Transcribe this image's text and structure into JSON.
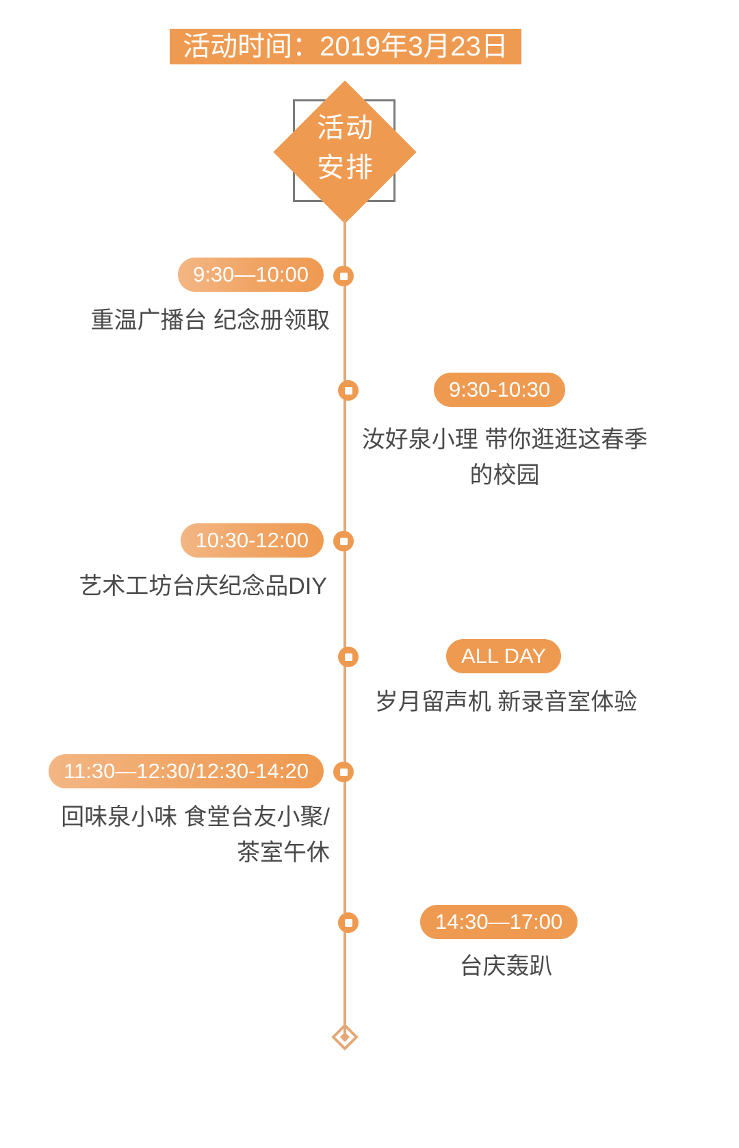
{
  "colors": {
    "brand_orange": "#ef9a51",
    "spine": "#e3a876",
    "text_gray": "#4a4a4a",
    "outline_gray": "#7a7a7a",
    "background": "#ffffff"
  },
  "header": {
    "banner_text": "活动时间：2019年3月23日",
    "badge_line1": "活动",
    "badge_line2": "安排"
  },
  "timeline": {
    "items": [
      {
        "side": "left",
        "time": "9:30—10:00",
        "description": "重温广播台 纪念册领取"
      },
      {
        "side": "right",
        "time": "9:30-10:30",
        "description": "汝好泉小理 带你逛逛这春季\n的校园"
      },
      {
        "side": "left",
        "time": "10:30-12:00",
        "description": "艺术工坊台庆纪念品DIY"
      },
      {
        "side": "right",
        "time": "ALL DAY",
        "description": "岁月留声机 新录音室体验"
      },
      {
        "side": "left",
        "time": "11:30—12:30/12:30-14:20",
        "description": "回味泉小味 食堂台友小聚/\n茶室午休"
      },
      {
        "side": "right",
        "time": "14:30—17:00",
        "description": "台庆轰趴"
      }
    ]
  }
}
